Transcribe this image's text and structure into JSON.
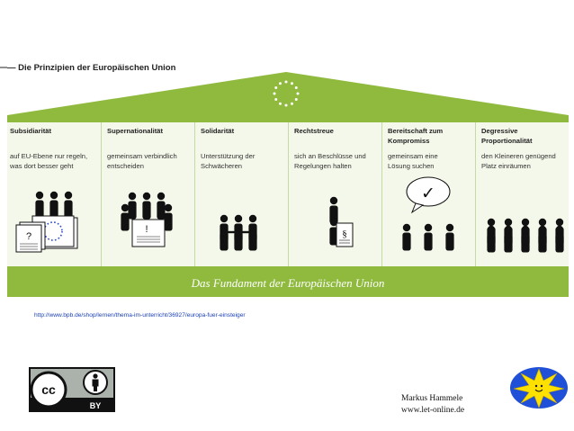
{
  "title": "Die Prinzipien der Europäischen Union",
  "columns": [
    {
      "heading": [
        "Subsidiarität"
      ],
      "description": [
        "auf EU-Ebene nur regeln,",
        "was dort besser geht"
      ]
    },
    {
      "heading": [
        "Supernationalität"
      ],
      "description": [
        "gemeinsam verbindlich",
        "entscheiden"
      ]
    },
    {
      "heading": [
        "Solidarität"
      ],
      "description": [
        "Unterstützung der",
        "Schwächeren"
      ]
    },
    {
      "heading": [
        "Rechtstreue"
      ],
      "description": [
        "sich an Beschlüsse und",
        "Regelungen halten"
      ]
    },
    {
      "heading": [
        "Bereitschaft zum",
        "Kompromiss"
      ],
      "description": [
        "gemeinsam eine",
        "Lösung suchen"
      ]
    },
    {
      "heading": [
        "Degressive",
        "Proportionalität"
      ],
      "description": [
        "den Kleineren genügend",
        "Platz einräumen"
      ]
    }
  ],
  "symbols": {
    "question": "?",
    "exclamation": "!",
    "paragraph": "§",
    "check": "✓"
  },
  "foundation": "Das Fundament der Europäischen Union",
  "source_url": "http://www.bpb.de/shop/lernen/thema-im-unterricht/36927/europa-fuer-einsteiger",
  "license": {
    "cc": "cc",
    "by": "BY"
  },
  "author": {
    "name": "Markus Hammele",
    "site": "www.let-online.de"
  },
  "colors": {
    "green": "#8fba3e",
    "pale_green": "#f1f6e3",
    "divider": "#c9d9a4",
    "link": "#1a3fb5",
    "sun": "#ffe100",
    "sun_bg": "#2050d8"
  }
}
